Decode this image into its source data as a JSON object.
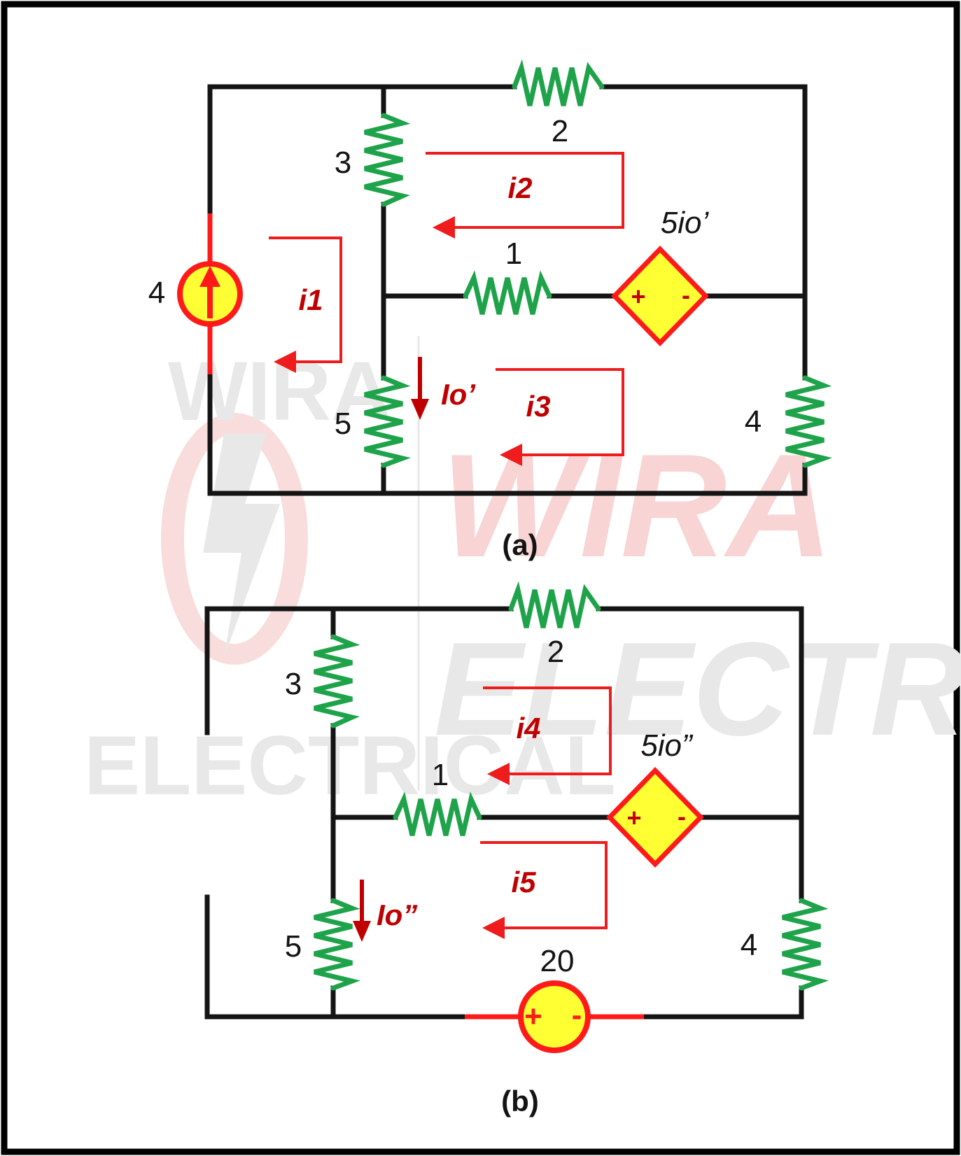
{
  "watermark": {
    "text_top": "WIRA",
    "text_bottom": "ELECTRICAL",
    "color_gray": "#e6e6e6",
    "color_red": "#f8d4d4"
  },
  "colors": {
    "wire": "#141414",
    "resistor": "#1fa34a",
    "source_fill": "#ffff33",
    "source_stroke": "#ff1a1a",
    "mesh_arrow": "#ee1c1c",
    "current_arrow": "#c00000"
  },
  "circuit_a": {
    "caption": "(a)",
    "resistor_2": "2",
    "resistor_3": "3",
    "resistor_1": "1",
    "resistor_5": "5",
    "resistor_4": "4",
    "current_source": "4",
    "dependent_source": "5io’",
    "dep_plus": "+",
    "dep_minus": "-",
    "mesh_1": "i1",
    "mesh_2": "i2",
    "mesh_3": "i3",
    "current_label": "Io’"
  },
  "circuit_b": {
    "caption": "(b)",
    "resistor_2": "2",
    "resistor_3": "3",
    "resistor_1": "1",
    "resistor_5": "5",
    "resistor_4": "4",
    "voltage_source": "20",
    "vs_plus": "+",
    "vs_minus": "-",
    "dependent_source": "5io”",
    "dep_plus": "+",
    "dep_minus": "-",
    "mesh_4": "i4",
    "mesh_5": "i5",
    "current_label": "Io”"
  }
}
